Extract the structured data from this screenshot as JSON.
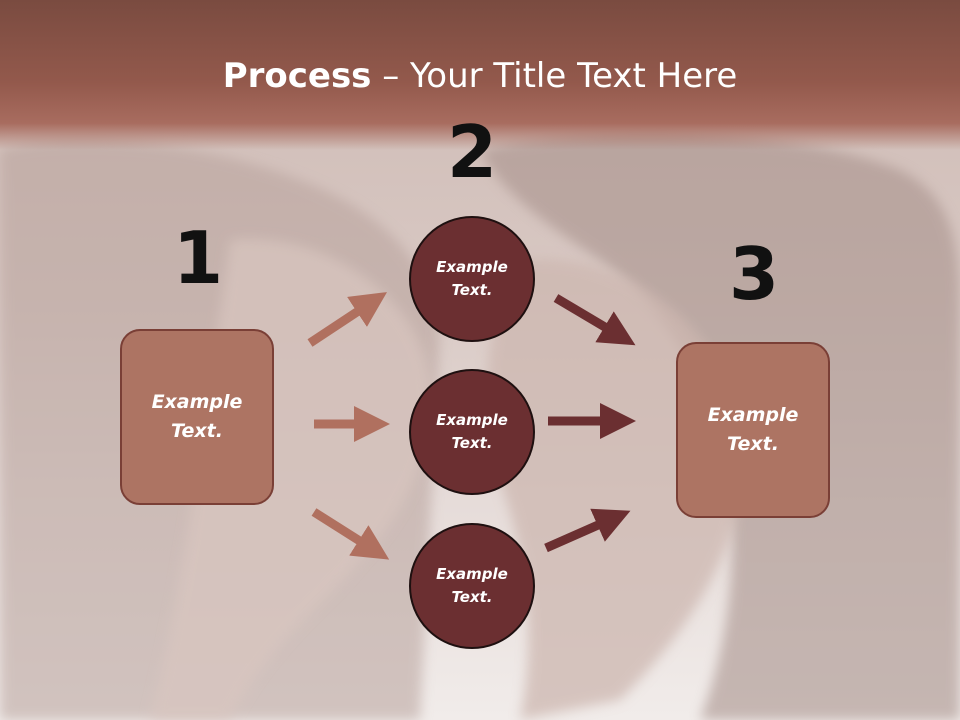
{
  "title": {
    "bold": "Process",
    "rest": " – Your Title Text Here"
  },
  "steps": [
    {
      "number": "1",
      "label_line1": "Example",
      "label_line2": "Text."
    },
    {
      "number": "2"
    },
    {
      "number": "3",
      "label_line1": "Example",
      "label_line2": "Text."
    }
  ],
  "circles": [
    {
      "label_line1": "Example",
      "label_line2": "Text."
    },
    {
      "label_line1": "Example",
      "label_line2": "Text."
    },
    {
      "label_line1": "Example",
      "label_line2": "Text."
    }
  ],
  "colors": {
    "title_band": "#93594c",
    "box_fill": "#ad7463",
    "circle_fill": "#6b2f31",
    "arrow_light": "#b0705f",
    "arrow_dark": "#6b2f31"
  }
}
